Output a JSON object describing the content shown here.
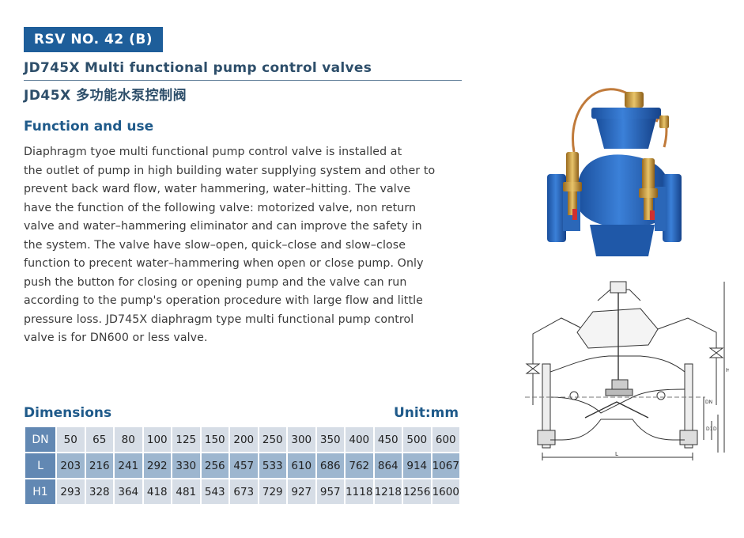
{
  "badge": "RSV NO. 42 (B)",
  "title_en": "JD745X Multi functional pump control valves",
  "title_cn": "JD45X 多功能水泵控制阀",
  "section": {
    "heading": "Function and use",
    "lines": [
      "Diaphragm tyoe multi functional pump control valve is installed at",
      "the outlet of pump in high building water supplying system and other to",
      "prevent back ward flow, water hammering, water–hitting. The valve",
      "have the function of the following valve: motorized valve, non return",
      "valve and water–hammering eliminator and can improve the safety in",
      "the system. The valve have slow–open, quick–close and slow–close",
      "function to precent water–hammering when open or close pump. Only",
      "push the button for closing or opening pump and the valve can run",
      "according to the pump's operation procedure with large flow and little",
      "pressure loss. JD745X diaphragm type multi functional pump control",
      "valve is for DN600 or less valve."
    ]
  },
  "dimensions": {
    "heading": "Dimensions",
    "unit": "Unit:mm",
    "rows": [
      {
        "label": "DN",
        "values": [
          "50",
          "65",
          "80",
          "100",
          "125",
          "150",
          "200",
          "250",
          "300",
          "350",
          "400",
          "450",
          "500",
          "600"
        ]
      },
      {
        "label": "L",
        "values": [
          "203",
          "216",
          "241",
          "292",
          "330",
          "256",
          "457",
          "533",
          "610",
          "686",
          "762",
          "864",
          "914",
          "1067"
        ]
      },
      {
        "label": "H1",
        "values": [
          "293",
          "328",
          "364",
          "418",
          "481",
          "543",
          "673",
          "729",
          "927",
          "957",
          "1118",
          "1218",
          "1256",
          "1600"
        ]
      }
    ]
  },
  "drawing_labels": {
    "h": "H",
    "dn": "DN",
    "d1": "D1",
    "d": "D",
    "l": "L"
  },
  "colors": {
    "badge": "#1e5e9a",
    "heading": "#1f5a8a",
    "valve_body": "#2a6cc4",
    "brass": "#c89a3a"
  }
}
